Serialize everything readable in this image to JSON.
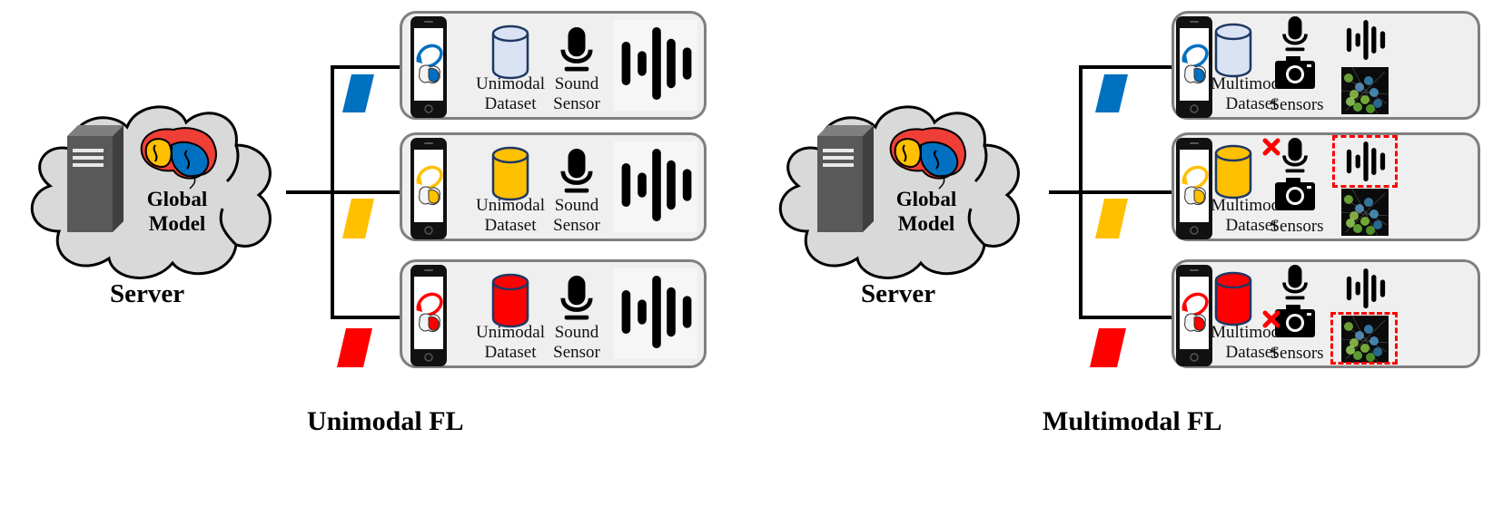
{
  "colors": {
    "blue": "#0070c0",
    "yellow": "#ffc000",
    "red": "#ff0000",
    "panel_bg": "#efefef",
    "panel_border": "#7f7f7f",
    "cloud_fill": "#d9d9d9",
    "server_gray": "#595959",
    "db_light": "#dae3f3",
    "db_navy": "#1f3864",
    "missing_marker": "#ff0000"
  },
  "unimodal": {
    "caption": "Unimodal FL",
    "server": {
      "label": "Server",
      "model_line1": "Global",
      "model_line2": "Model"
    },
    "clients": [
      {
        "color_key": "blue",
        "dataset_line1": "Unimodal",
        "dataset_line2": "Dataset",
        "sensor_line1": "Sound",
        "sensor_line2": "Sensor",
        "db_color": "#dae3f3"
      },
      {
        "color_key": "yellow",
        "dataset_line1": "Unimodal",
        "dataset_line2": "Dataset",
        "sensor_line1": "Sound",
        "sensor_line2": "Sensor",
        "db_color": "#ffc000"
      },
      {
        "color_key": "red",
        "dataset_line1": "Unimodal",
        "dataset_line2": "Dataset",
        "sensor_line1": "Sound",
        "sensor_line2": "Sensor",
        "db_color": "#ff0000"
      }
    ]
  },
  "multimodal": {
    "caption": "Multimodal FL",
    "server": {
      "label": "Server",
      "model_line1": "Global",
      "model_line2": "Model"
    },
    "clients": [
      {
        "color_key": "blue",
        "dataset_line1": "Multimodal",
        "dataset_line2": "Dataset",
        "sensor_label": "Sensors",
        "db_color": "#dae3f3",
        "missing": "none"
      },
      {
        "color_key": "yellow",
        "dataset_line1": "Multimodal",
        "dataset_line2": "Dataset",
        "sensor_label": "Sensors",
        "db_color": "#ffc000",
        "missing": "audio"
      },
      {
        "color_key": "red",
        "dataset_line1": "Multimodal",
        "dataset_line2": "Dataset",
        "sensor_label": "Sensors",
        "db_color": "#ff0000",
        "missing": "image"
      }
    ]
  }
}
